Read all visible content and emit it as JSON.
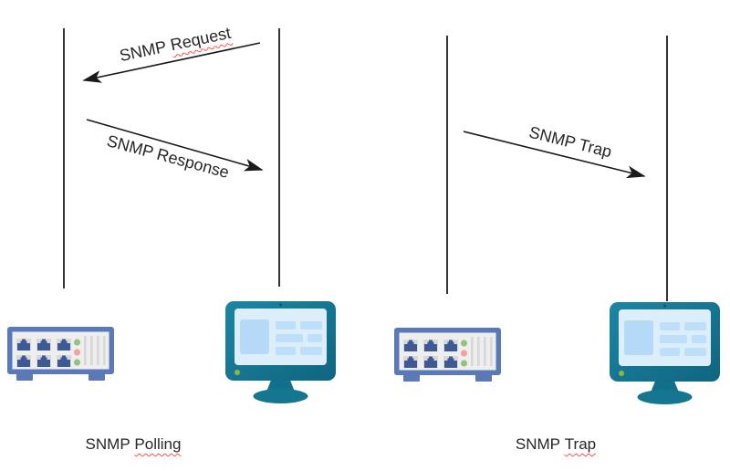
{
  "left_scene": {
    "request": {
      "prefix": "SNMP",
      "flagged": "Request"
    },
    "response": "SNMP Response",
    "caption": {
      "prefix": "SNMP",
      "flagged": "Polling"
    }
  },
  "right_scene": {
    "trap": "SNMP Trap",
    "caption": {
      "prefix": "SNMP",
      "flagged": "Trap"
    }
  },
  "icons": {
    "left_device": "network-switch-icon",
    "left_manager": "monitor-icon",
    "right_device": "network-switch-icon",
    "right_manager": "monitor-icon"
  },
  "colors": {
    "background": "#ffffff",
    "lifeline": "#333333",
    "arrow": "#1a1a1a",
    "text": "#262626",
    "spellcheck_underline": "#ff5050",
    "monitor_bezel": "#14768f",
    "monitor_screen": "#ddeefb",
    "monitor_block": "#b5d9f7",
    "monitor_power_led": "#8db83a",
    "switch_frame": "#5b79b7",
    "switch_panel": "#eeeeee",
    "switch_port": "#3d5a97",
    "switch_led_green": "#93c47d",
    "switch_led_red": "#f2a2a0"
  }
}
